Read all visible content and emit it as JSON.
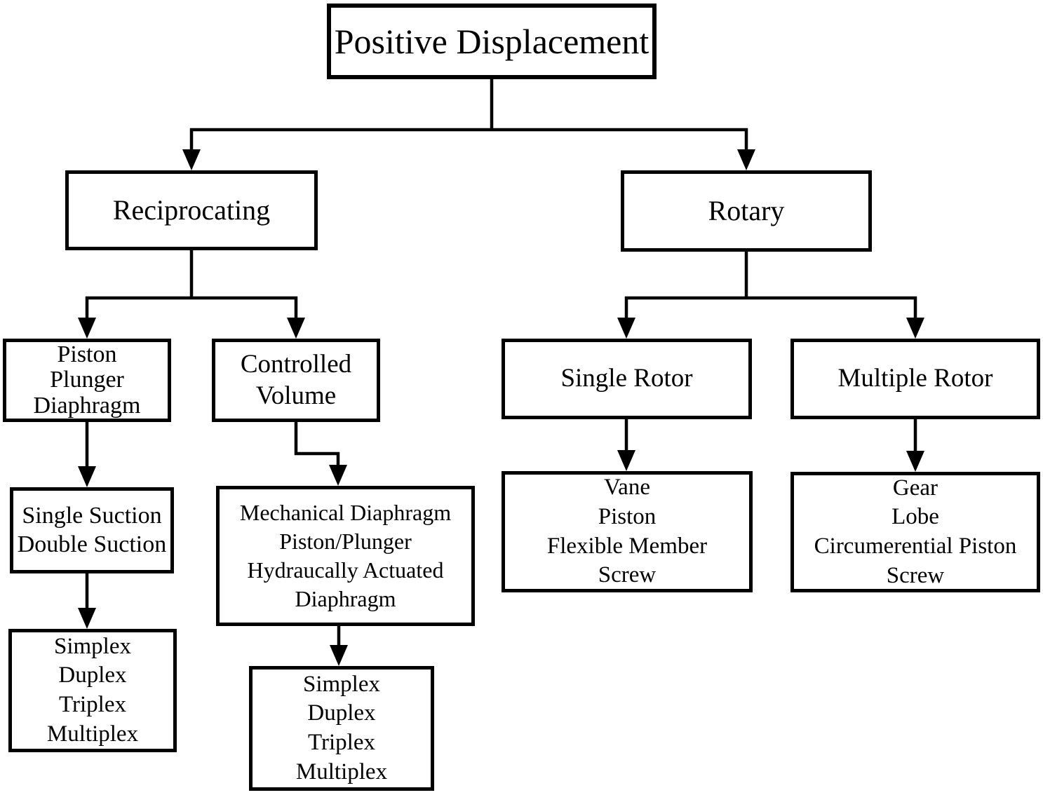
{
  "diagram_title": "Positive Displacement",
  "colors": {
    "line": "#000000",
    "background": "#ffffff",
    "box_fill": "#ffffff",
    "text": "#000000"
  },
  "nodes": {
    "positive_displacement": {
      "label": "Positive Displacement"
    },
    "reciprocating": {
      "label": "Reciprocating"
    },
    "rotary": {
      "label": "Rotary"
    },
    "piston_plunger_diaphragm": {
      "label": "Piston\nPlunger\nDiaphragm"
    },
    "controlled_volume": {
      "label": "Controlled\nVolume"
    },
    "single_rotor": {
      "label": "Single Rotor"
    },
    "multiple_rotor": {
      "label": "Multiple Rotor"
    },
    "single_double_suction": {
      "label": "Single Suction\nDouble Suction"
    },
    "mechanical_diaphragm": {
      "label": "Mechanical Diaphragm\nPiston/Plunger\nHydraucally Actuated\nDiaphragm"
    },
    "vane_piston_flexible_screw": {
      "label": "Vane\nPiston\nFlexible Member\nScrew"
    },
    "gear_lobe_circ_screw": {
      "label": "Gear\nLobe\nCircumerential Piston\nScrew"
    },
    "simplex_reciprocating": {
      "label": "Simplex\nDuplex\nTriplex\nMultiplex"
    },
    "simplex_controlled_volume": {
      "label": "Simplex\nDuplex\nTriplex\nMultiplex"
    }
  },
  "edges": [
    {
      "from": "positive_displacement",
      "to": "reciprocating"
    },
    {
      "from": "positive_displacement",
      "to": "rotary"
    },
    {
      "from": "reciprocating",
      "to": "piston_plunger_diaphragm"
    },
    {
      "from": "reciprocating",
      "to": "controlled_volume"
    },
    {
      "from": "piston_plunger_diaphragm",
      "to": "single_double_suction"
    },
    {
      "from": "single_double_suction",
      "to": "simplex_reciprocating"
    },
    {
      "from": "controlled_volume",
      "to": "mechanical_diaphragm"
    },
    {
      "from": "mechanical_diaphragm",
      "to": "simplex_controlled_volume"
    },
    {
      "from": "rotary",
      "to": "single_rotor"
    },
    {
      "from": "rotary",
      "to": "multiple_rotor"
    },
    {
      "from": "single_rotor",
      "to": "vane_piston_flexible_screw"
    },
    {
      "from": "multiple_rotor",
      "to": "gear_lobe_circ_screw"
    }
  ]
}
